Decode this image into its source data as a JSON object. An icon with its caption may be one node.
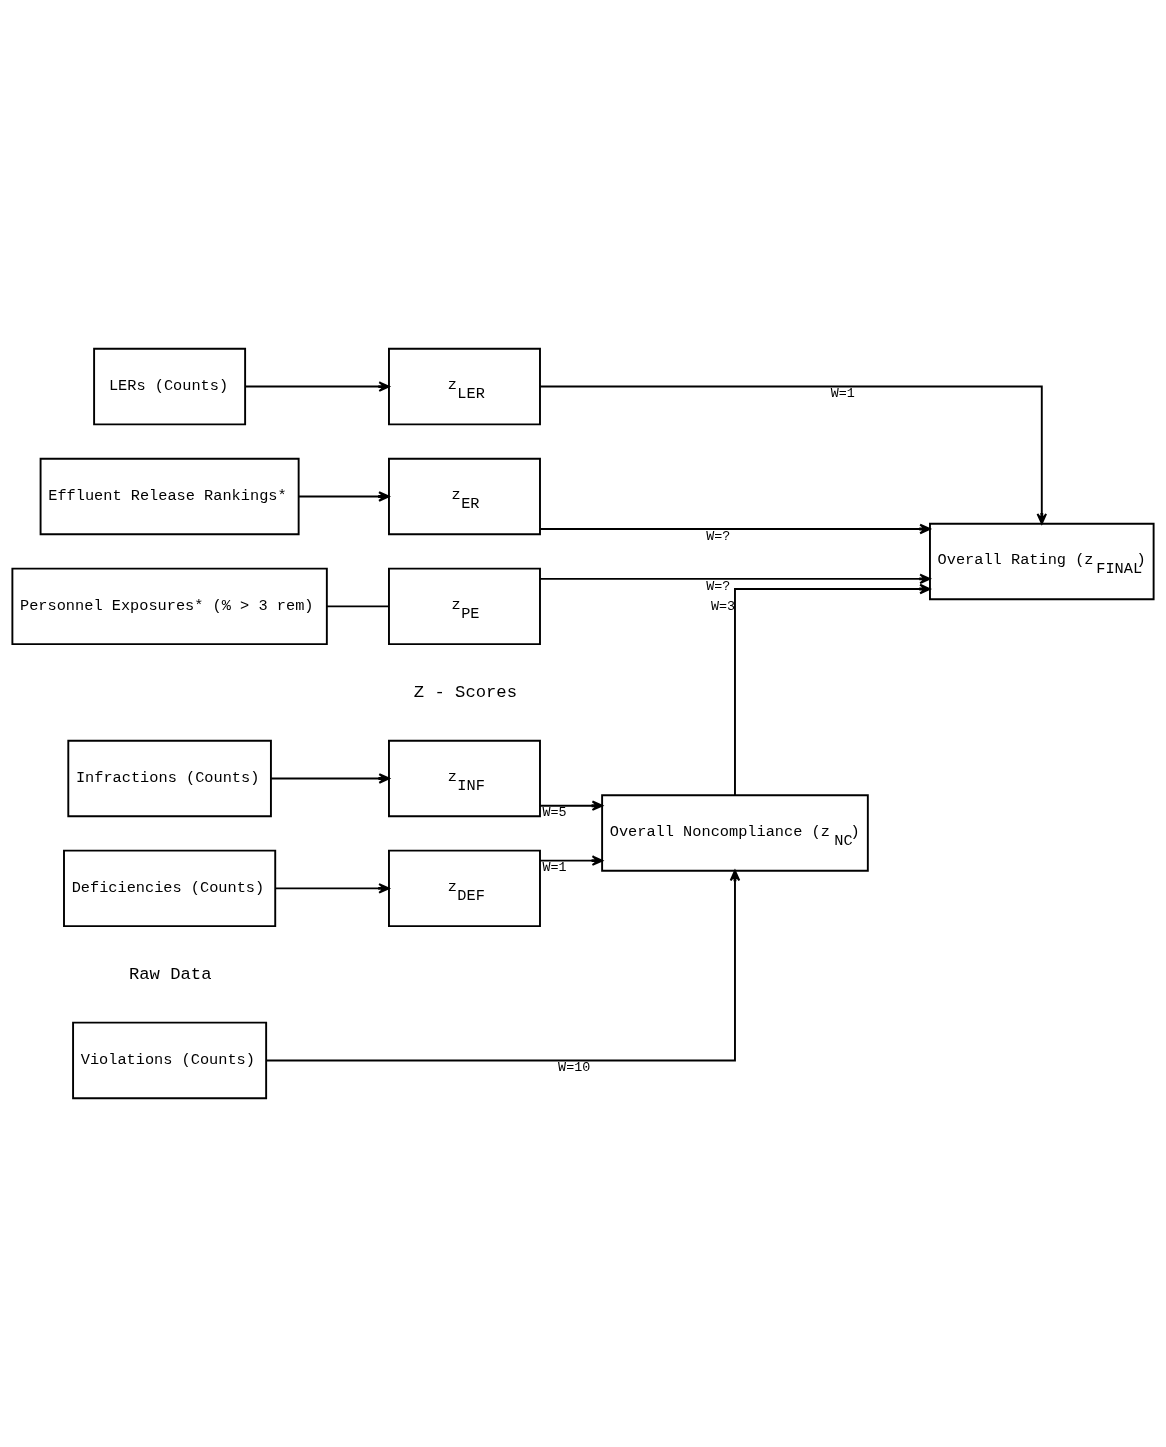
{
  "diagram": {
    "nodes": [
      {
        "text": [
          "Violations (Counts)"
        ]
      },
      {
        "text": [
          "Infractions (Counts)"
        ]
      },
      {
        "text": [
          "z$_{INF}$"
        ]
      },
      {
        "text": [
          "Overall Noncompliance (z$_{NC}$)"
        ]
      },
      {
        "text": [
          "Deficiencies (Counts)"
        ]
      },
      {
        "text": [
          "z$_{DEF}$"
        ]
      },
      {
        "text": [
          "LERs (Counts)"
        ]
      },
      {
        "text": [
          "z$_{LER}$"
        ]
      },
      {
        "text": [
          "Overall Rating (z$_{FINAL}$)"
        ]
      },
      {
        "text": [
          "Effluent Release Rankings*"
        ]
      },
      {
        "text": [
          "z$_{ER}$"
        ]
      },
      {
        "text": [
          "Personnel Exposures* (% > 3 rem)"
        ]
      },
      {
        "text": [
          "z$_{PE}$"
        ]
      }
    ],
    "edges": [
      {
        "from": 0,
        "to": 3,
        "arrow": "to",
        "label": "W=10"
      },
      {
        "from": 1,
        "to": 2,
        "arrow": "to"
      },
      {
        "from": 2,
        "to": 3,
        "arrow": "to",
        "label": "W=5"
      },
      {
        "from": 4,
        "to": 5,
        "arrow": "to"
      },
      {
        "from": 5,
        "to": 3,
        "arrow": "to",
        "label": "W=1"
      },
      {
        "from": 3,
        "to": 8,
        "arrow": "to",
        "label": "W=3"
      },
      {
        "from": 6,
        "to": 7,
        "arrow": "to"
      },
      {
        "from": 7,
        "to": 8,
        "arrow": "to",
        "label": "W=1"
      },
      {
        "from": 9,
        "to": 10,
        "arrow": "to"
      },
      {
        "from": 10,
        "to": 8,
        "arrow": "to",
        "label": "W=?"
      },
      {
        "from": 11,
        "to": 12,
        "arrow": "none"
      },
      {
        "from": 12,
        "to": 8,
        "arrow": "to",
        "label": "W=?"
      }
    ],
    "labels": [
      "Raw Data",
      "Z - Scores"
    ]
  }
}
